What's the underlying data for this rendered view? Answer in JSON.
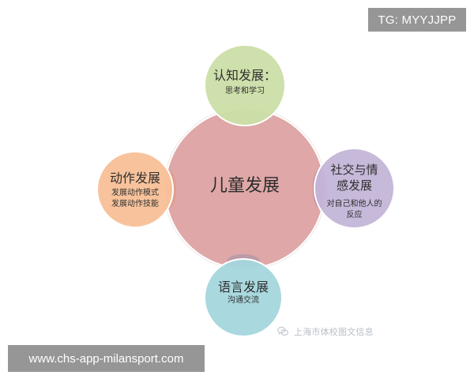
{
  "header": {
    "badge_text": "TG: MYYJJPP"
  },
  "diagram": {
    "center": {
      "title": "儿童发展"
    },
    "nodes": {
      "top": {
        "title": "认知发展：",
        "subtitle": "思考和学习"
      },
      "left": {
        "title": "动作发展",
        "subtitle_lines": [
          "发展动作模式",
          "发展动作技能"
        ]
      },
      "right": {
        "title_lines": [
          "社交与情",
          "感发展"
        ],
        "subtitle_lines": [
          "对自己和他人的",
          "反应"
        ]
      },
      "bottom": {
        "title": "语言发展",
        "subtitle": "沟通交流"
      }
    }
  },
  "watermark": {
    "icon": "chat-bubbles-icon",
    "text": "上海市体校图文信息"
  },
  "footer": {
    "url_text": "www.chs-app-milansport.com"
  },
  "colors": {
    "center": "#dfa7a7",
    "top": "#ccdfa8",
    "left": "#f8c199",
    "right": "#c4b5d8",
    "bottom": "#a6d6de",
    "overlay_bar": "#6e6e6e"
  }
}
